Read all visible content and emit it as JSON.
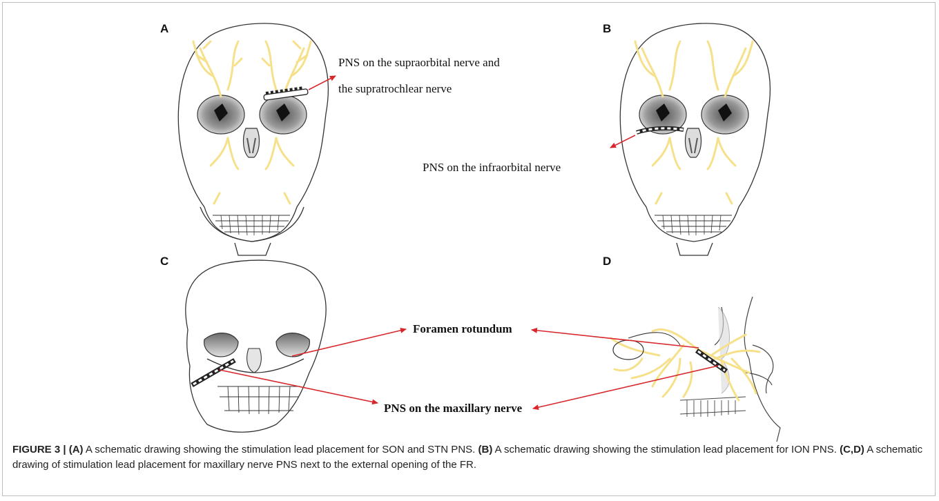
{
  "panels": {
    "a": {
      "letter": "A",
      "label_line1": "PNS on the supraorbital nerve  and",
      "label_line2": "the supratrochlear nerve"
    },
    "b": {
      "letter": "B",
      "label": "PNS on the infraorbital nerve"
    },
    "c": {
      "letter": "C"
    },
    "d": {
      "letter": "D"
    },
    "shared": {
      "label_top": "Foramen rotundum",
      "label_bottom": "PNS on the maxillary nerve"
    }
  },
  "caption": {
    "fig": "FIGURE 3 | ",
    "a_tag": "(A)",
    "a_text": " A schematic drawing showing the stimulation lead placement for SON and STN PNS. ",
    "b_tag": "(B)",
    "b_text": " A schematic drawing showing the stimulation lead placement for ION PNS. ",
    "cd_tag": "(C,D)",
    "cd_text": " A schematic drawing of stimulation lead placement for maxillary nerve PNS next to the external opening of the FR."
  },
  "colors": {
    "nerve": "#f6e08a",
    "arrow": "#d8262b",
    "line": "#333333"
  }
}
